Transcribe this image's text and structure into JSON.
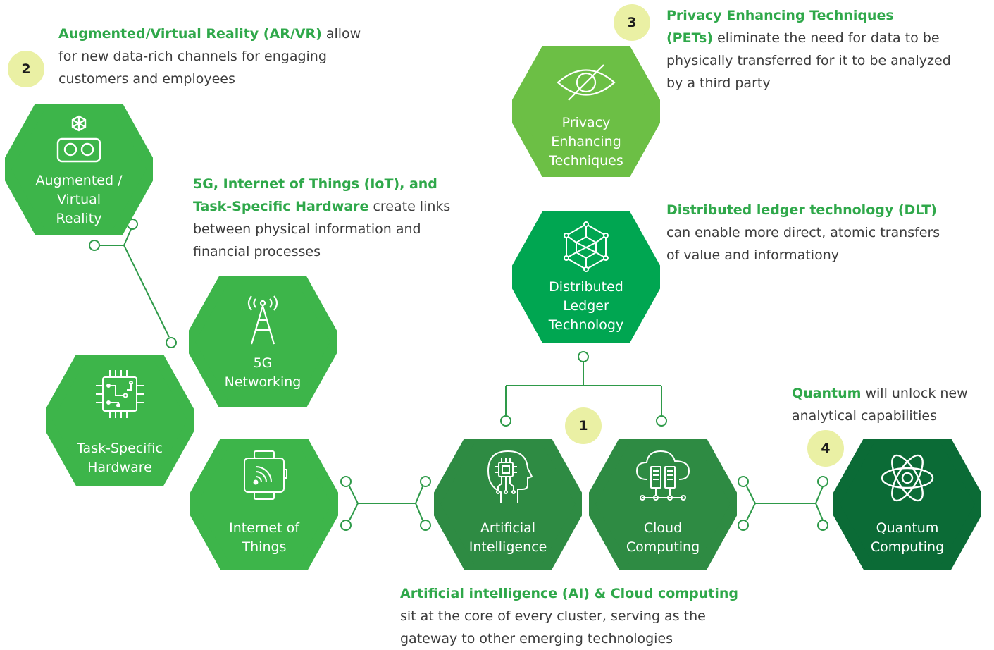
{
  "nodes": {
    "ar_vr": {
      "label": "Augmented /\nVirtual\nReality",
      "icon": "vr-headset-icon"
    },
    "pets": {
      "label": "Privacy\nEnhancing\nTechniques",
      "icon": "eye-slash-icon"
    },
    "dlt": {
      "label": "Distributed\nLedger\nTechnology",
      "icon": "network-cube-icon"
    },
    "fiveg": {
      "label": "5G\nNetworking",
      "icon": "antenna-tower-icon"
    },
    "hardware": {
      "label": "Task-Specific\nHardware",
      "icon": "chip-icon"
    },
    "iot": {
      "label": "Internet of\nThings",
      "icon": "smartwatch-icon"
    },
    "ai": {
      "label": "Artificial\nIntelligence",
      "icon": "brain-chip-icon"
    },
    "cloud": {
      "label": "Cloud\nComputing",
      "icon": "cloud-server-icon"
    },
    "quantum": {
      "label": "Quantum\nComputing",
      "icon": "atom-icon"
    }
  },
  "badges": {
    "b1": "1",
    "b2": "2",
    "b3": "3",
    "b4": "4"
  },
  "notes": {
    "ar_vr": {
      "heading": "Augmented/Virtual Reality (AR/VR)",
      "line1": " allow",
      "line2": "for new data-rich channels for engaging",
      "line3": "customers and employees"
    },
    "pets": {
      "heading1": "Privacy Enhancing Techniques",
      "heading2": "(PETs)",
      "line1": " eliminate the need for data to be",
      "line2": "physically transferred for it to be analyzed",
      "line3": "by a third party"
    },
    "fiveg": {
      "heading1": "5G, Internet of Things (IoT), and",
      "heading2": "Task-Specific Hardware",
      "line1": " create links",
      "line2": "between physical information and",
      "line3": "financial processes"
    },
    "dlt": {
      "heading": "Distributed ledger technology (DLT)",
      "line1": "can enable more direct, atomic transfers",
      "line2": "of value and informationy"
    },
    "quantum": {
      "heading": "Quantum",
      "line1": " will unlock new",
      "line2": "analytical capabilities"
    },
    "core": {
      "heading": "Artificial intelligence (AI) & Cloud computing",
      "line1": "sit at the core of every cluster, serving as the",
      "line2": "gateway to other emerging technologies"
    }
  },
  "colors": {
    "green_light": "#3db54a",
    "green_pets": "#6cbf45",
    "green_mid": "#00a651",
    "green_dark": "#2e8b43",
    "green_quantum": "#0b6b36",
    "connector": "#2e9a49",
    "badge": "#eaf0a4",
    "heading": "#2fa84a",
    "body_text": "#3c3c3c"
  }
}
